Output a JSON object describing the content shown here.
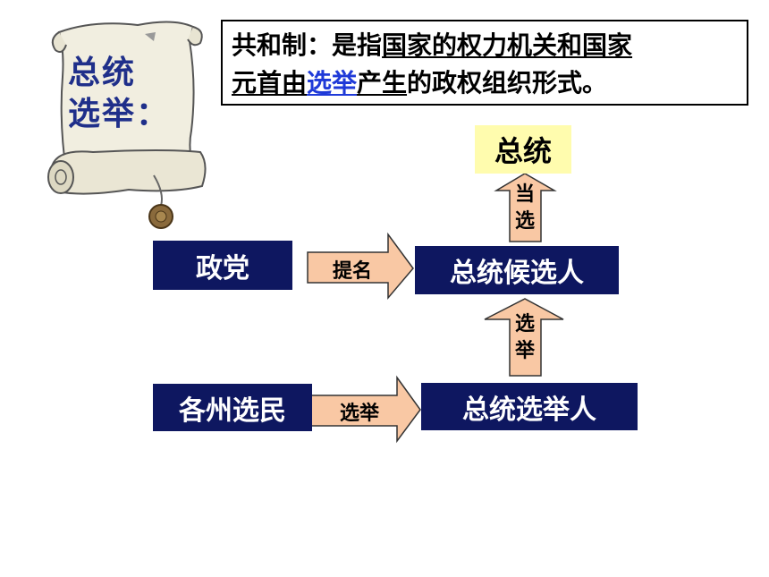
{
  "scroll": {
    "title_line1": "总统",
    "title_line2": "选举："
  },
  "definition": {
    "term": "共和制",
    "colon": "：",
    "lead": "是指",
    "part1": "国家的权力机关和国家",
    "part2": "元首由",
    "highlight": "选举",
    "part3": "产生",
    "tail": "的政权组织形式。"
  },
  "nodes": {
    "party": "政党",
    "state_voters": "各州选民",
    "candidate": "总统候选人",
    "elector": "总统选举人",
    "president": "总统"
  },
  "edges": {
    "nominate": "提名",
    "elect_horizontal": "选举",
    "elected": [
      "当",
      "选"
    ],
    "elect_vertical": [
      "选",
      "举"
    ]
  },
  "colors": {
    "node_fill": "#0e1760",
    "arrow_fill": "#f9c8a4",
    "president_fill": "#fffcae",
    "highlight_text": "#1f3ad8",
    "scroll_text": "#1f2f8a"
  }
}
